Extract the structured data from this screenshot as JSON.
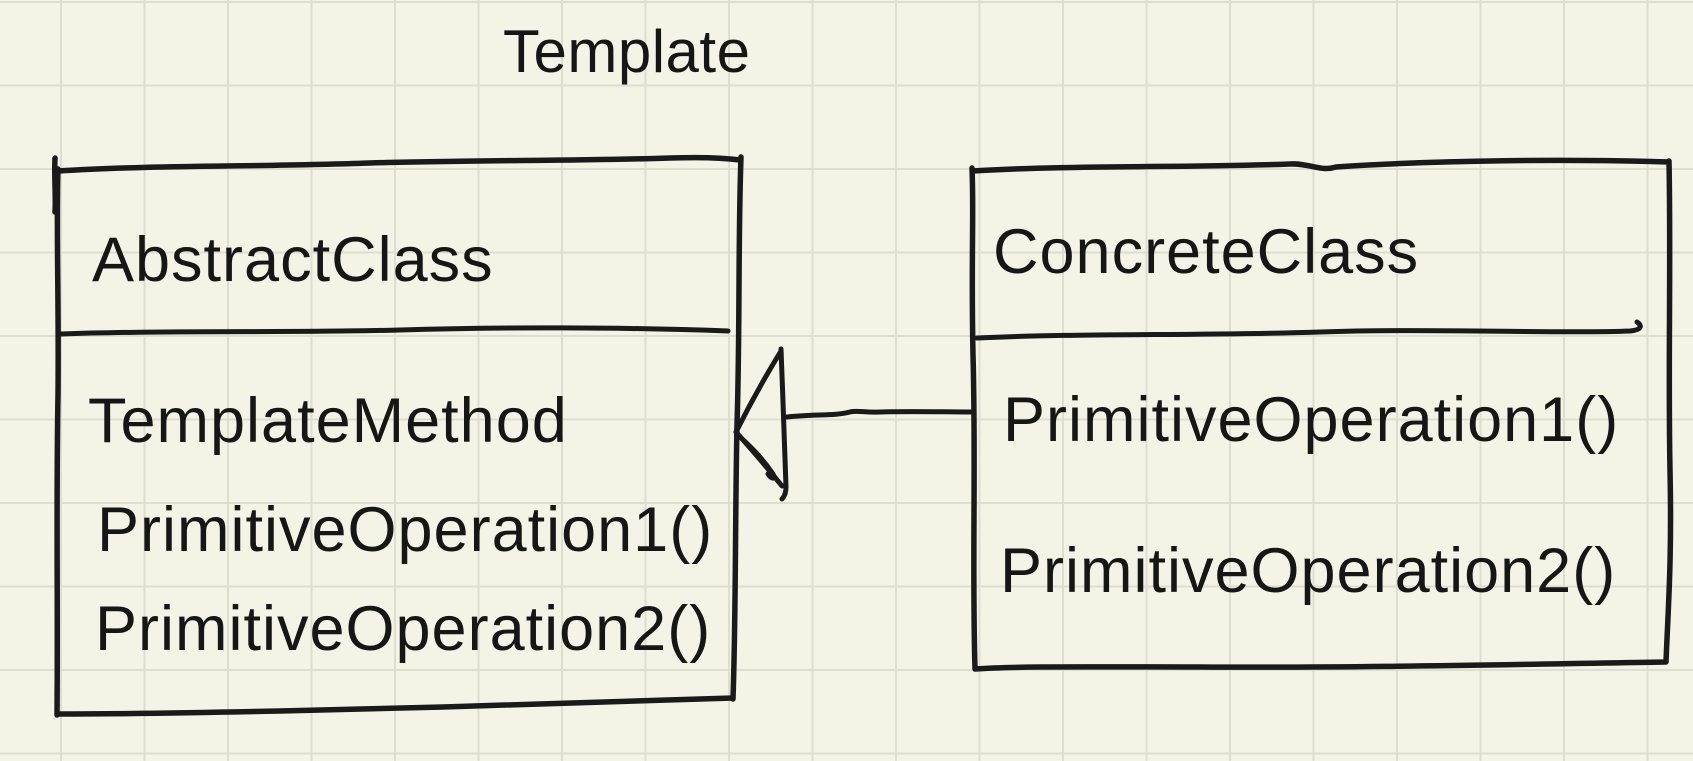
{
  "diagram": {
    "title": "Template",
    "classes": [
      {
        "name": "AbstractClass",
        "methods": [
          "TemplateMethod",
          "PrimitiveOperation1()",
          "PrimitiveOperation2()"
        ]
      },
      {
        "name": "ConcreteClass",
        "methods": [
          "PrimitiveOperation1()",
          "PrimitiveOperation2()"
        ]
      }
    ],
    "relationship": {
      "type": "inheritance",
      "from": "ConcreteClass",
      "to": "AbstractClass",
      "arrow_style": "hollow-triangle"
    },
    "colors": {
      "background": "#f3f4e6",
      "grid": "#dcded0",
      "ink": "#1a1a1a"
    }
  }
}
